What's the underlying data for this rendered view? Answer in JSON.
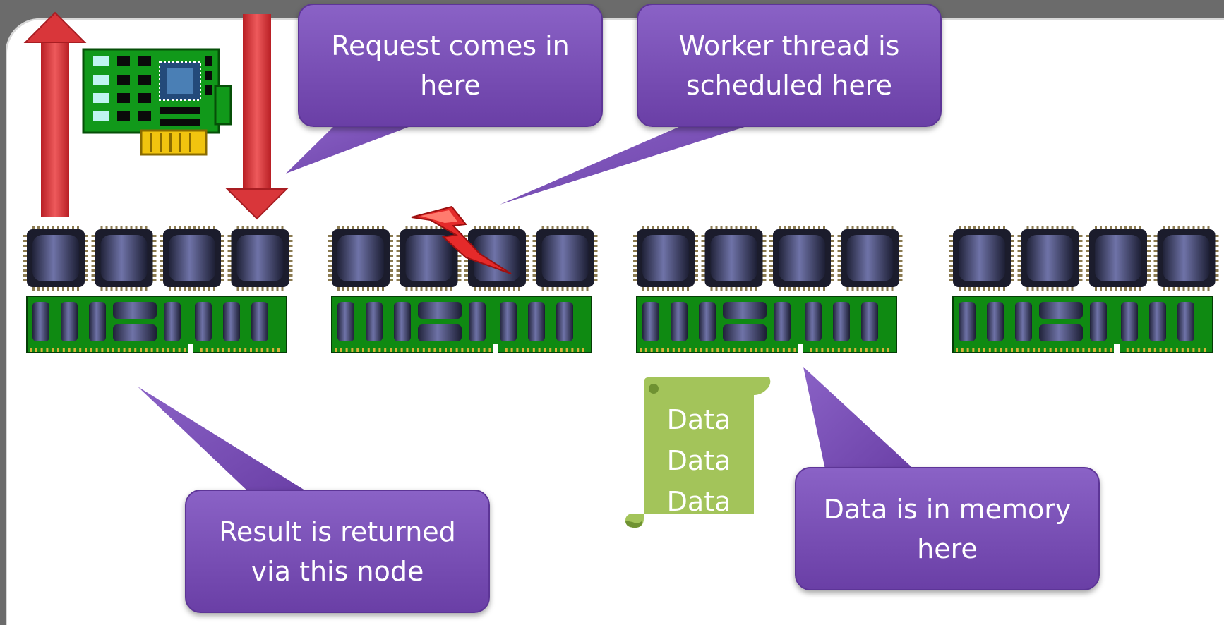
{
  "callouts": {
    "request": {
      "line1": "Request comes in",
      "line2": "here"
    },
    "worker": {
      "line1": "Worker thread is",
      "line2": "scheduled here"
    },
    "result": {
      "line1": "Result is returned",
      "line2": "via this node"
    },
    "memory": {
      "line1": "Data is in memory",
      "line2": "here"
    }
  },
  "data_scroll": {
    "lines": [
      "Data",
      "Data",
      "Data"
    ]
  },
  "nodes": {
    "count": 4,
    "chips_per_node": 4
  },
  "colors": {
    "callout": "#7b52b8",
    "arrow": "#d9363a",
    "board": "#0f8a12",
    "chip": "#4a4d7a",
    "scroll": "#a3c45a",
    "lightning": "#e52a2a",
    "frame": "#6b6b6b"
  },
  "icons": [
    "network-card-icon",
    "cpu-chip-icon",
    "memory-module-icon",
    "lightning-icon",
    "scroll-icon",
    "arrow-up-icon",
    "arrow-down-icon"
  ]
}
